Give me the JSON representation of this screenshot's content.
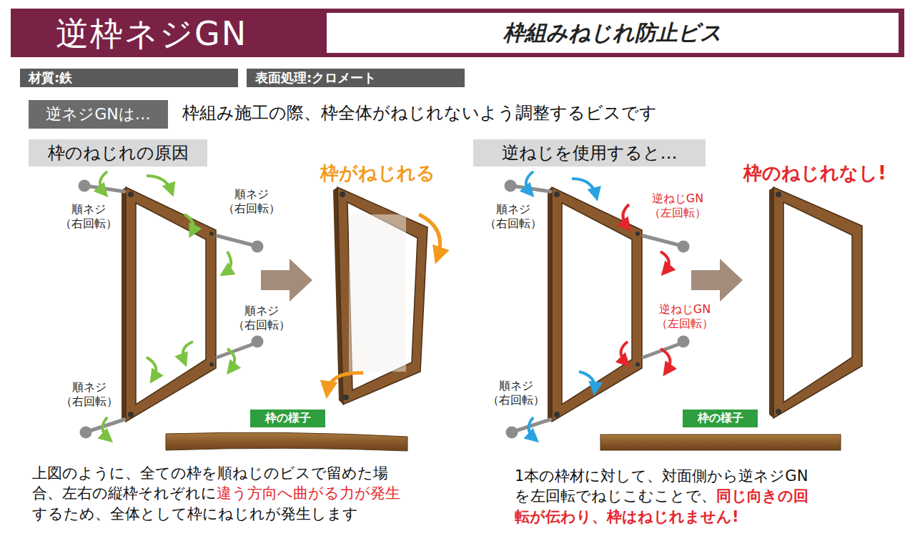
{
  "diagram": {
    "title": "逆枠ネジGN",
    "nodes": [
      {
        "text": [
          "枠組みねじれ防止ビス"
        ]
      },
      {
        "text": [
          "材質:鉄"
        ]
      },
      {
        "text": [
          "表面処理:クロメート"
        ]
      },
      {
        "text": [
          "逆ネジGNは…"
        ]
      },
      {
        "text": [
          "枠のねじれの原因"
        ]
      },
      {
        "text": [
          "逆ねじを使用すると…"
        ]
      },
      {
        "text": [
          "枠の様子"
        ]
      },
      {
        "text": [
          "枠の様子"
        ]
      }
    ],
    "labels": [
      "枠組み施工の際、枠全体がねじれないよう調整するビスです",
      "枠がねじれる",
      "順ネジ （右回転）",
      "順ネジ （右回転）",
      "順ネジ （右回転）",
      "順ネジ （右回転）",
      "枠のねじれなし!",
      "順ネジ （右回転）",
      "逆ねじGN （左回転）",
      "逆ねじGN （左回転）",
      "順ネジ （右回転）",
      "上図のように、全ての枠を順ねじのビスで留めた場合、左右の縦枠それぞれに",
      "違う方向へ曲がる力が発生",
      "するため、全体として枠にねじれが発生します",
      "1本の枠材に対して、対面側から逆ネジGNを左回転でねじこむことで、",
      "同じ向きの回転が伝わり、枠はねじれません!"
    ]
  }
}
